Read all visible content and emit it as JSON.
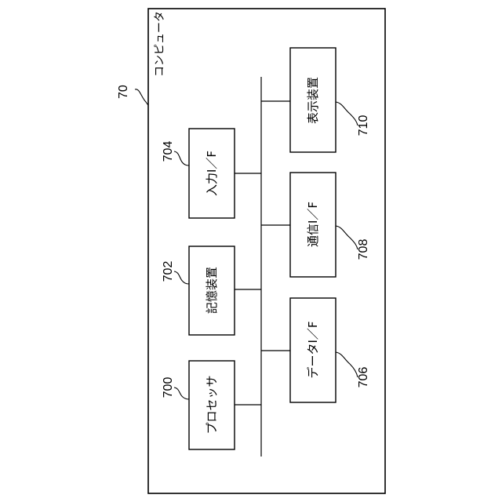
{
  "computer": {
    "title": "コンピュータ",
    "ref": "70"
  },
  "components": {
    "processor": {
      "label": "プロセッサ",
      "ref": "700"
    },
    "storage": {
      "label": "記憶装置",
      "ref": "702"
    },
    "input_if": {
      "label": "入力I／F",
      "ref": "704"
    },
    "data_if": {
      "label": "データI／F",
      "ref": "706"
    },
    "comm_if": {
      "label": "通信I／F",
      "ref": "708"
    },
    "display": {
      "label": "表示装置",
      "ref": "710"
    }
  }
}
